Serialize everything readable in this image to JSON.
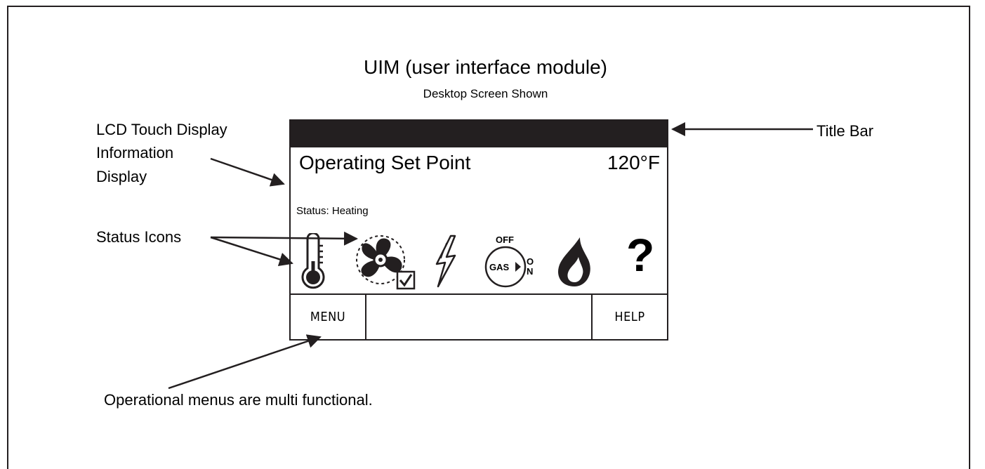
{
  "diagram": {
    "title": "UIM (user interface module)",
    "subtitle": "Desktop Screen Shown",
    "callouts": {
      "lcd_line1": "LCD Touch Display",
      "lcd_line2": "Information",
      "lcd_line3": "Display",
      "status_icons": "Status Icons",
      "title_bar": "Title Bar",
      "menus_note": "Operational menus are multi functional."
    }
  },
  "lcd": {
    "setpoint_label": "Operating Set Point",
    "setpoint_value": "120°F",
    "status_text": "Status: Heating",
    "icons": [
      "thermometer-icon",
      "fan-icon",
      "lightning-icon",
      "gas-valve-icon",
      "flame-icon",
      "help-question-icon"
    ],
    "gas_valve": {
      "off_label": "OFF",
      "gas_label": "GAS",
      "on_label_o": "O",
      "on_label_n": "N"
    },
    "help_glyph": "?",
    "buttons": {
      "menu_label": "MENU",
      "help_label": "HELP"
    }
  },
  "colors": {
    "ink": "#231f20",
    "background": "#ffffff"
  }
}
